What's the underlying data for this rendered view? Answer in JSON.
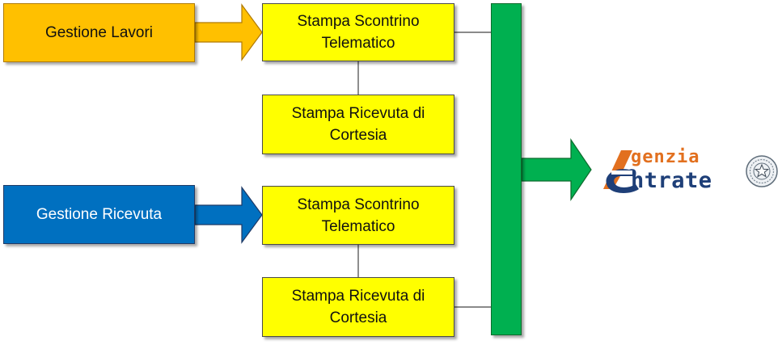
{
  "nodes": {
    "gestione_lavori": "Gestione Lavori",
    "gestione_ricevuta": "Gestione Ricevuta",
    "scontrino_1": "Stampa Scontrino Telematico",
    "ricevuta_1": "Stampa Ricevuta di Cortesia",
    "scontrino_2": "Stampa Scontrino Telematico",
    "ricevuta_2": "Stampa Ricevuta di Cortesia"
  },
  "logo": {
    "line1": "genzia",
    "line2": "ntrate"
  },
  "colors": {
    "orange": "#ffc000",
    "blue": "#0070c0",
    "yellow": "#ffff00",
    "green": "#00b050",
    "logo_orange": "#e2701f",
    "logo_blue": "#1e3f78"
  }
}
